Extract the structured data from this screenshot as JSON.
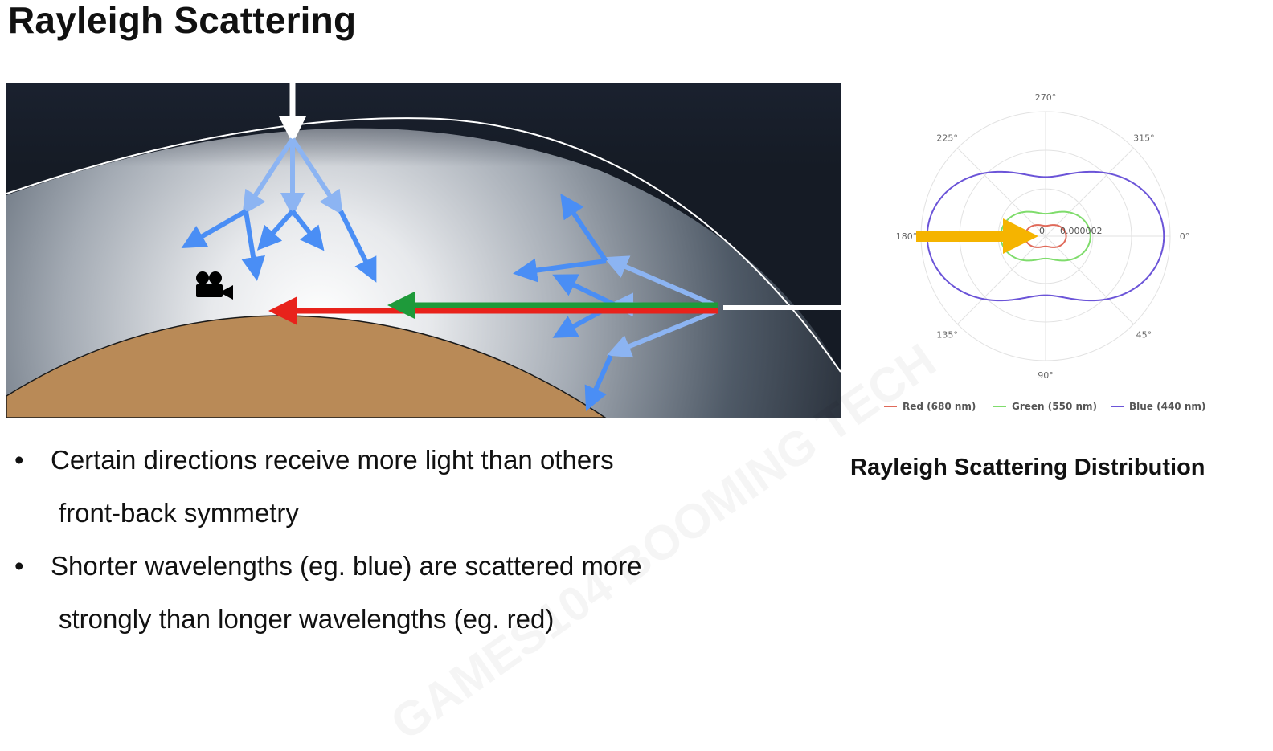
{
  "slide": {
    "title": "Rayleigh Scattering",
    "bullets": [
      {
        "text": "Certain directions receive more light than others",
        "continuation": "front-back symmetry"
      },
      {
        "text": "Shorter wavelengths (eg. blue) are scattered more",
        "continuation": "strongly than longer wavelengths  (eg. red)"
      }
    ],
    "bullet_glyph": "•",
    "polar_caption": "Rayleigh Scattering Distribution",
    "watermark": "GAMES104 BOOMING TECH"
  },
  "scene": {
    "icons": [
      "camera-icon"
    ],
    "colors": {
      "incoming_light": "#ffffff",
      "scattered_light": "#4a8ef5",
      "red_ray": "#e8221b",
      "green_ray": "#1e9a3a",
      "ground": "#b98a57"
    }
  },
  "chart_data": {
    "type": "polar-line",
    "angle_labels": [
      "270°",
      "315°",
      "0°",
      "45°",
      "90°",
      "135°",
      "180°",
      "225°"
    ],
    "radial_tick_labels": [
      "0",
      "0.000002"
    ],
    "series": [
      {
        "name": "Red (680 nm)",
        "color": "#e06a5a"
      },
      {
        "name": "Green (550 nm)",
        "color": "#7fdc6c"
      },
      {
        "name": "Blue (440 nm)",
        "color": "#6b54d8"
      }
    ],
    "legend_position": "bottom",
    "grid": true,
    "incident_arrow_color": "#f5b400"
  }
}
